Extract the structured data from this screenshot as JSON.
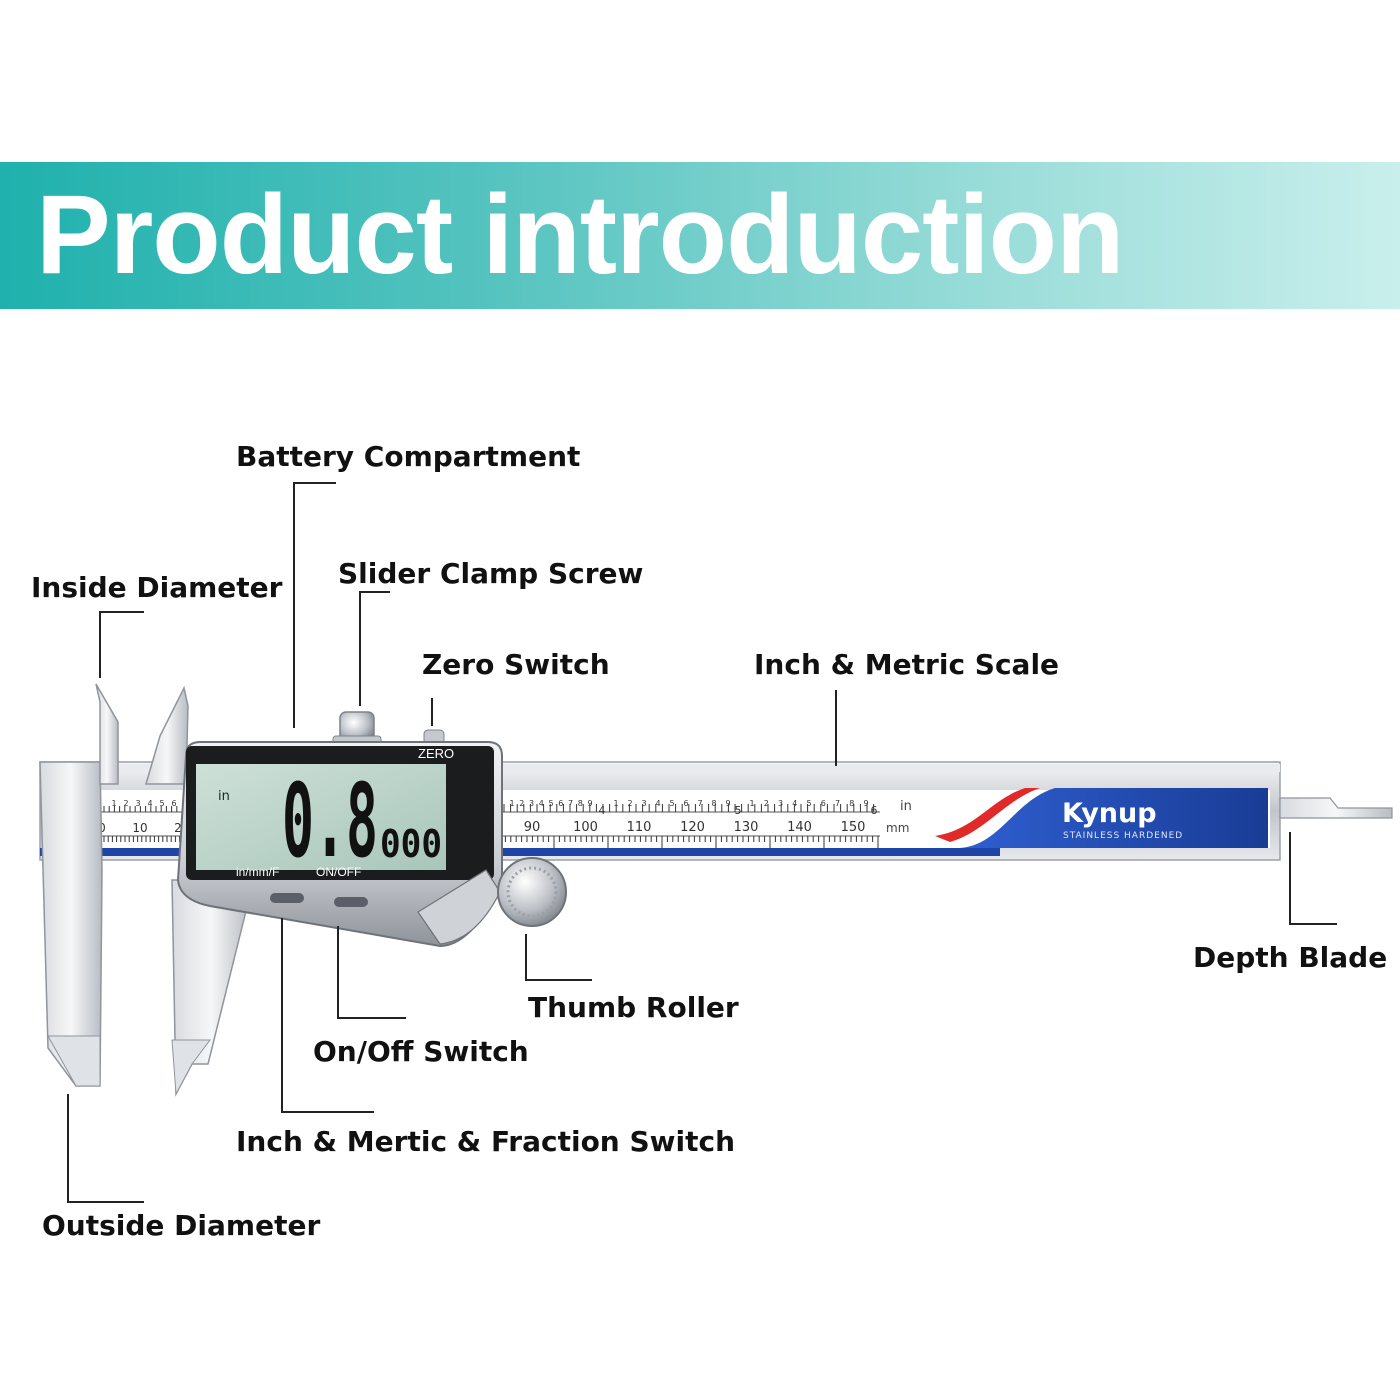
{
  "banner": {
    "title": "Product introduction"
  },
  "callouts": {
    "battery_compartment": "Battery Compartment",
    "slider_clamp_screw": "Slider Clamp Screw",
    "inside_diameter": "Inside Diameter",
    "zero_switch": "Zero Switch",
    "inch_metric_scale": "Inch & Metric Scale",
    "depth_blade": "Depth Blade",
    "thumb_roller": "Thumb Roller",
    "on_off_switch": "On/Off Switch",
    "inch_metric_fraction_switch": "Inch & Mertic & Fraction Switch",
    "outside_diameter": "Outside Diameter"
  },
  "device": {
    "brand": "Kynup",
    "brand_sub": "STAINLESS HARDENED",
    "display": {
      "reading_main": "0.8",
      "reading_small": "000",
      "unit": "in",
      "zero_label": "ZERO",
      "mode_button_label": "in/mm/F",
      "power_button_label": "ON/OFF"
    },
    "scale": {
      "inch_label": "in",
      "mm_label": "mm",
      "mm_numbers": [
        "90",
        "100",
        "110",
        "120",
        "130",
        "140",
        "150"
      ],
      "inch_numbers": [
        "4",
        "5",
        "6"
      ],
      "jaw_mm_numbers": [
        "0",
        "10",
        "2"
      ],
      "minor_digits": [
        "1",
        "2",
        "3",
        "4",
        "5",
        "6",
        "7",
        "8",
        "9"
      ]
    }
  },
  "colors": {
    "banner_start": "#1fb1ad",
    "banner_end": "#c9efec",
    "scale_blue": "#1f44a8",
    "accent_red": "#e02a2a",
    "lcd_green": "#b8d3c9",
    "steel": "#c9cdd2"
  }
}
